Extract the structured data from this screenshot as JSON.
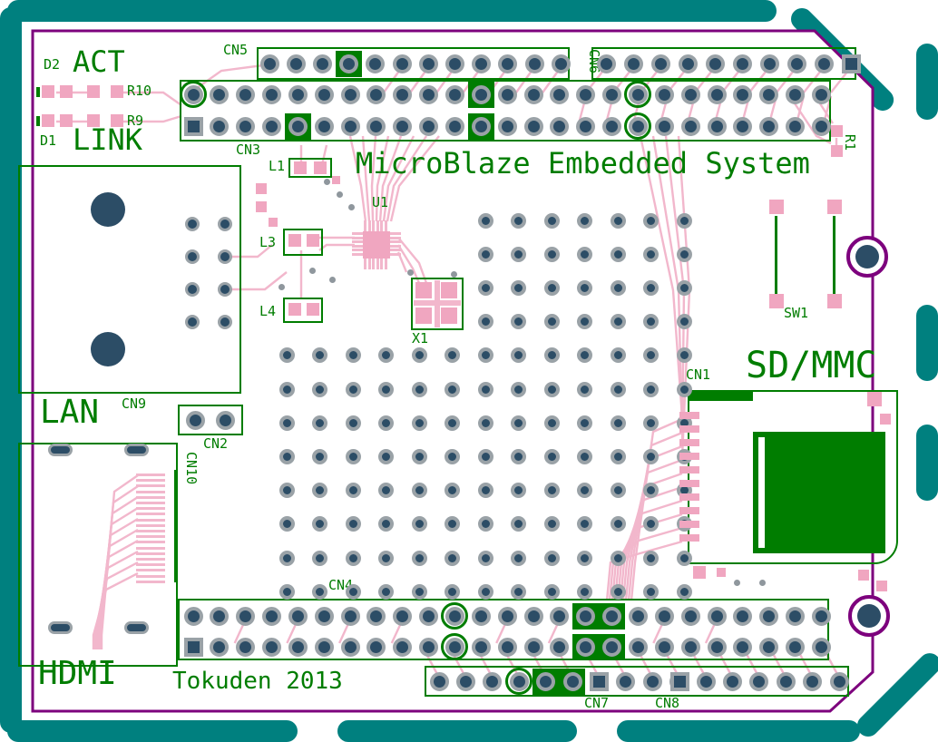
{
  "title": "MicroBlaze Embedded System",
  "footer": "Tokuden 2013",
  "labels": {
    "act": "ACT",
    "link": "LINK",
    "lan": "LAN",
    "hdmi": "HDMI",
    "sdmmc": "SD/MMC"
  },
  "refdes": {
    "d1": "D1",
    "d2": "D2",
    "r9": "R9",
    "r10": "R10",
    "r1": "R1",
    "u1": "U1",
    "x1": "X1",
    "l1": "L1",
    "l3": "L3",
    "l4": "L4",
    "sw1": "SW1",
    "cn1": "CN1",
    "cn2": "CN2",
    "cn3": "CN3",
    "cn4": "CN4",
    "cn5": "CN5",
    "cn6": "CN6",
    "cn7": "CN7",
    "cn8": "CN8",
    "cn9": "CN9",
    "cn10": "CN10"
  },
  "colors": {
    "silkscreen": "#007d00",
    "board_outline": "#7d017d",
    "copper_trace": "#f2b7cc",
    "smd_pad": "#f0a6c0",
    "pad_ring": "#9aa2a7",
    "drill": "#2c4d66",
    "panel_rail": "#00807f"
  }
}
